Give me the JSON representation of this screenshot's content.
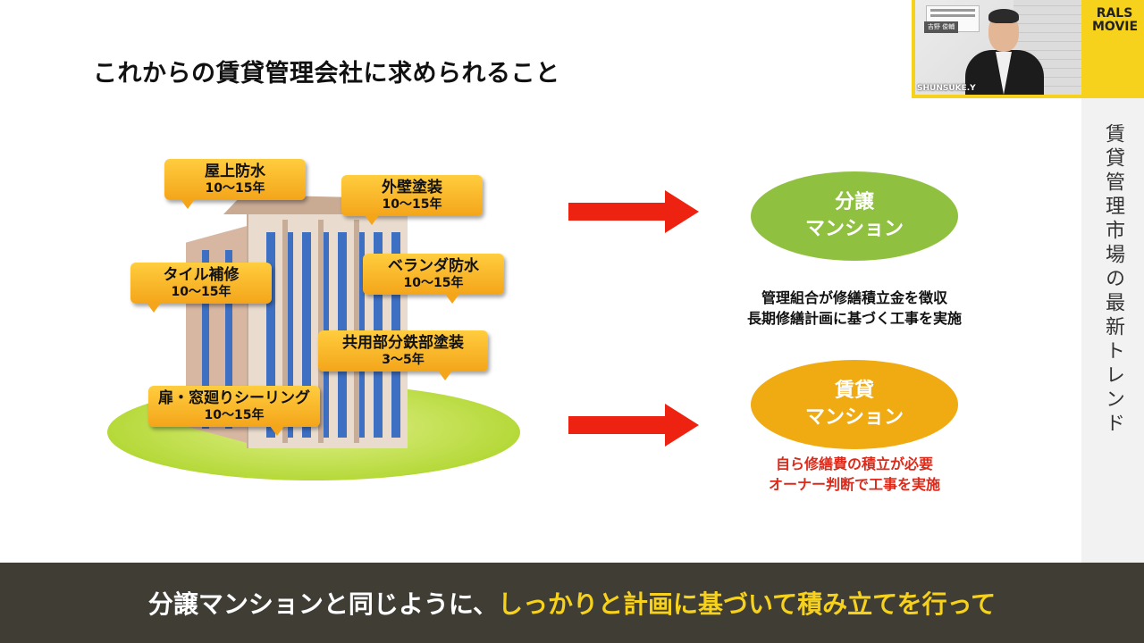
{
  "slide": {
    "title": "これからの賃貸管理会社に求められること",
    "side_label": "賃貸管理市場の最新トレンド"
  },
  "webcam": {
    "caption": "SHUNSUKE.Y",
    "nameplate": "吉野 俊輔",
    "logo_line1": "RALS",
    "logo_line2": "MOVIE"
  },
  "illustration": {
    "bubbles": [
      {
        "name": "屋上防水",
        "years": "10〜15年"
      },
      {
        "name": "外壁塗装",
        "years": "10〜15年"
      },
      {
        "name": "タイル補修",
        "years": "10〜15年"
      },
      {
        "name": "ベランダ防水",
        "years": "10〜15年"
      },
      {
        "name": "共用部分鉄部塗装",
        "years": "3〜5年"
      },
      {
        "name": "扉・窓廻りシーリング",
        "years": "10〜15年"
      }
    ]
  },
  "types": [
    {
      "line1": "分譲",
      "line2": "マンション",
      "color": "#8fc040",
      "desc1": "管理組合が修繕積立金を徴収",
      "desc2": "長期修繕計画に基づく工事を実施",
      "desc_color": "#111111"
    },
    {
      "line1": "賃貸",
      "line2": "マンション",
      "color": "#f0aa12",
      "desc1": "自ら修繕費の積立が必要",
      "desc2": "オーナー判断で工事を実施",
      "desc_color": "#dd2a1a"
    }
  ],
  "subtitle": {
    "part1": "分譲マンションと同じように、",
    "part2": "しっかりと計画に基づいて積み立てを行って"
  },
  "colors": {
    "accent_yellow": "#f7d21d",
    "arrow_red": "#ee2211",
    "subtitle_bg": "#403d35"
  }
}
